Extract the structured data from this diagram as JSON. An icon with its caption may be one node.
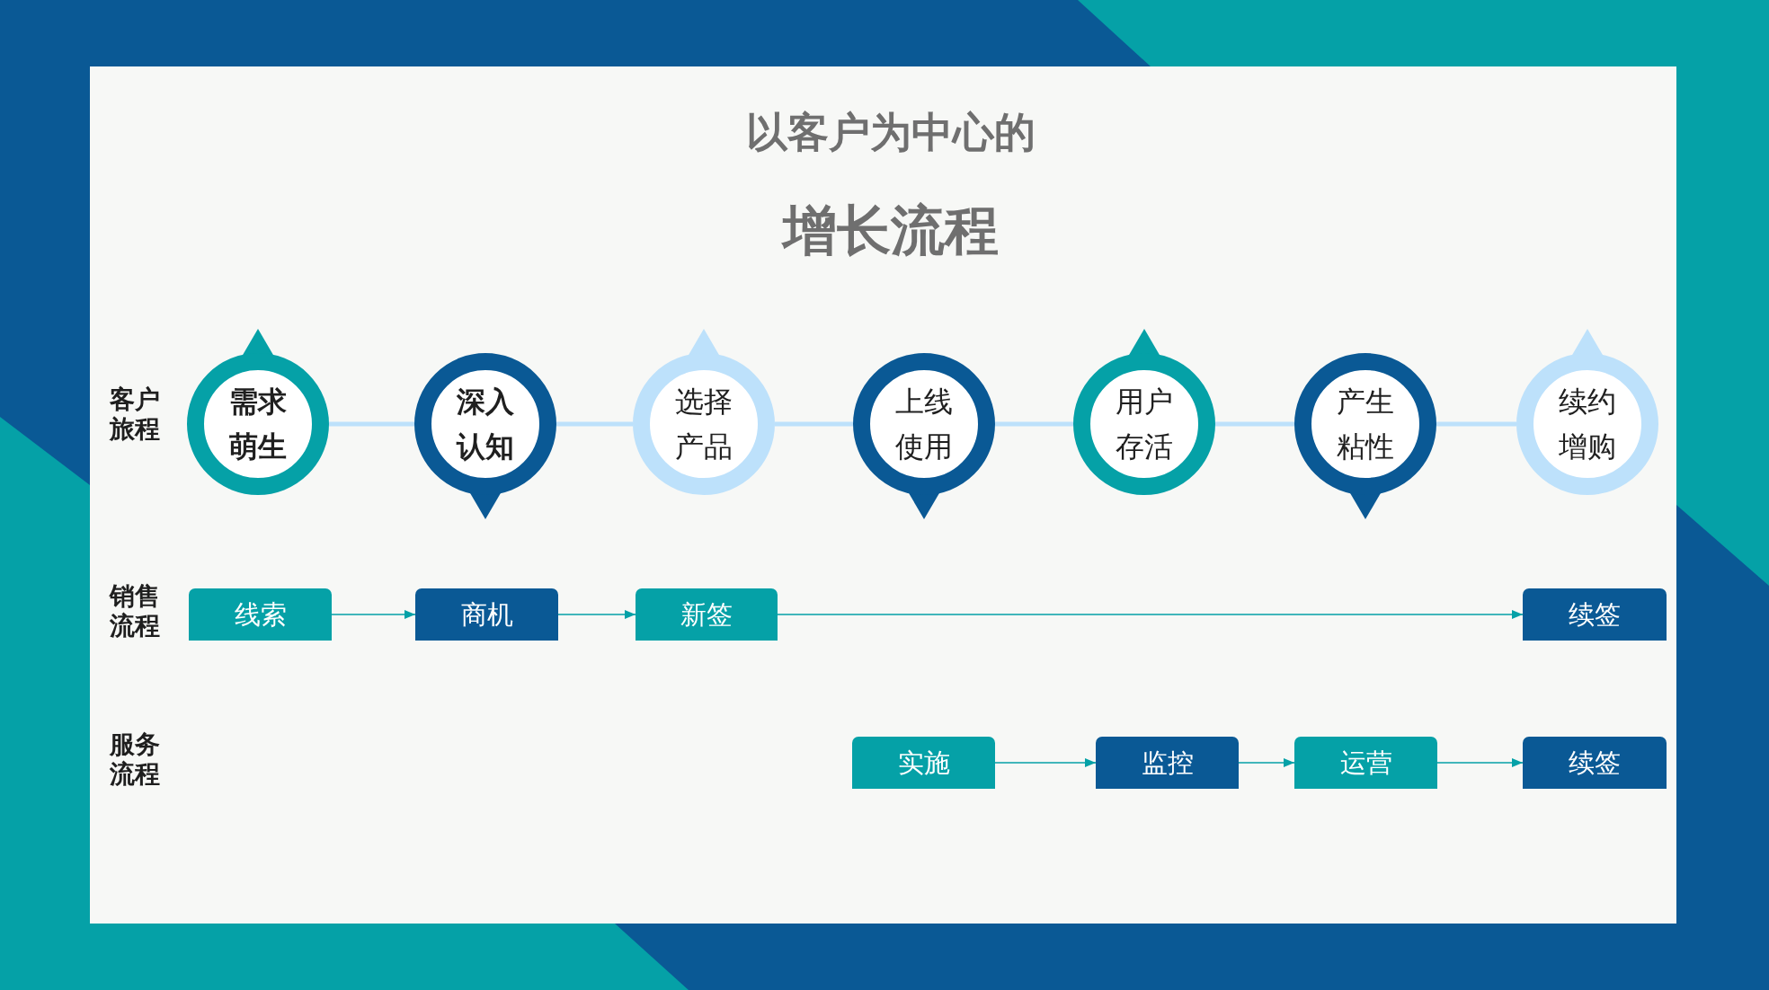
{
  "diagram": {
    "title": "增长流程",
    "nodes": [
      {
        "text": [
          "需求萌生"
        ]
      },
      {
        "text": [
          "深入认知"
        ]
      },
      {
        "text": [
          "选择产品"
        ]
      },
      {
        "text": [
          "上线使用"
        ]
      },
      {
        "text": [
          "用户存活"
        ]
      },
      {
        "text": [
          "产生粘性"
        ]
      },
      {
        "text": [
          "续约增购"
        ]
      },
      {
        "text": [
          "线索"
        ]
      },
      {
        "text": [
          "商机"
        ]
      },
      {
        "text": [
          "新签"
        ]
      },
      {
        "text": [
          "续签"
        ]
      },
      {
        "text": [
          "实施"
        ]
      },
      {
        "text": [
          "监控"
        ]
      },
      {
        "text": [
          "运营"
        ]
      },
      {
        "text": [
          "续签"
        ]
      }
    ],
    "edges": [
      {
        "from": 0,
        "to": 1,
        "arrow": "none",
        "style": "thick",
        "color": "#bde1fb"
      },
      {
        "from": 1,
        "to": 2,
        "arrow": "none",
        "style": "thick",
        "color": "#bde1fb"
      },
      {
        "from": 2,
        "to": 3,
        "arrow": "none",
        "style": "thick",
        "color": "#bde1fb"
      },
      {
        "from": 3,
        "to": 4,
        "arrow": "none",
        "style": "thick",
        "color": "#bde1fb"
      },
      {
        "from": 4,
        "to": 5,
        "arrow": "none",
        "style": "thick",
        "color": "#bde1fb"
      },
      {
        "from": 5,
        "to": 6,
        "arrow": "none",
        "style": "thick",
        "color": "#bde1fb"
      },
      {
        "from": 7,
        "to": 8,
        "arrow": "to",
        "color": "#05a1a7"
      },
      {
        "from": 8,
        "to": 9,
        "arrow": "to",
        "color": "#05a1a7"
      },
      {
        "from": 9,
        "to": 10,
        "arrow": "to",
        "color": "#05a1a7"
      },
      {
        "from": 11,
        "to": 12,
        "arrow": "to",
        "color": "#05a1a7"
      },
      {
        "from": 12,
        "to": 13,
        "arrow": "to",
        "color": "#05a1a7"
      },
      {
        "from": 13,
        "to": 14,
        "arrow": "to",
        "color": "#05a1a7"
      }
    ],
    "labels": [
      "以客户为中心的",
      "客户旅程",
      "销售流程",
      "服务流程"
    ]
  }
}
